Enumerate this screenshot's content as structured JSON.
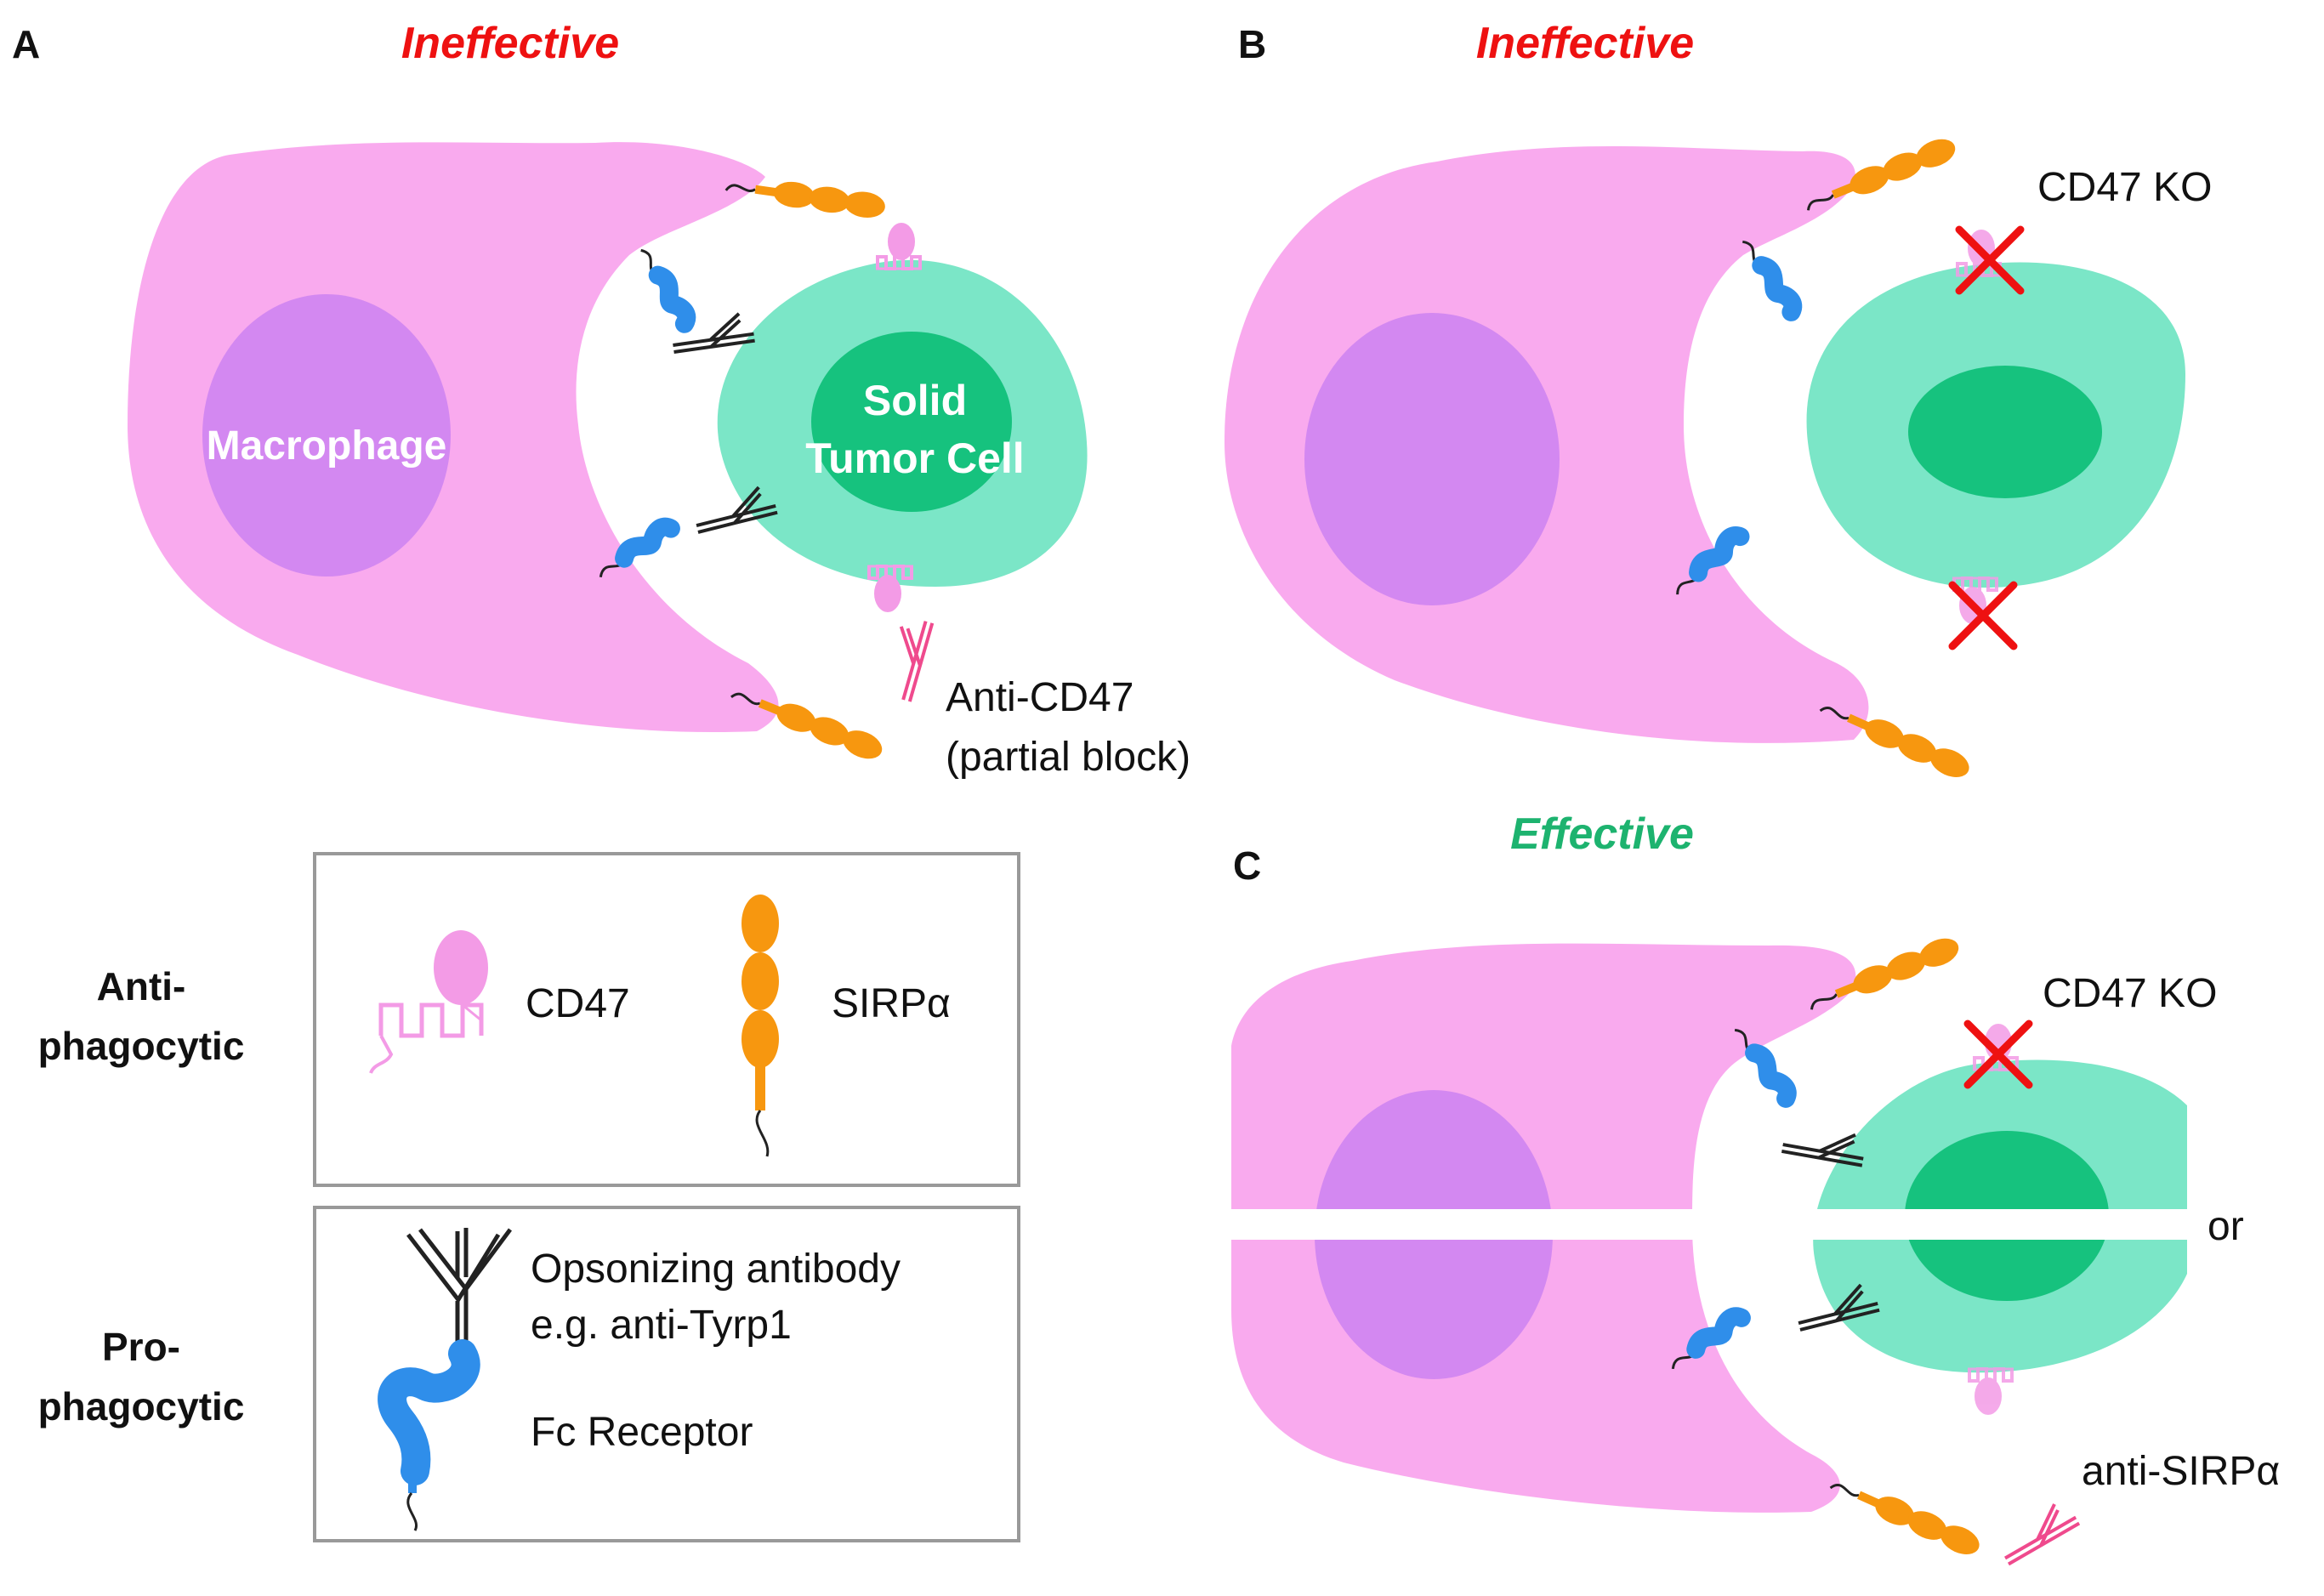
{
  "panels": {
    "A": {
      "letter": "A",
      "status": "Ineffective",
      "macrophage_label": "Macrophage",
      "tumor_label_1": "Solid",
      "tumor_label_2": "Tumor Cell",
      "antibody_label_1": "Anti-CD47",
      "antibody_label_2": "(partial block)"
    },
    "B": {
      "letter": "B",
      "status": "Ineffective",
      "ko_label": "CD47 KO"
    },
    "C": {
      "letter": "C",
      "status": "Effective",
      "ko_label": "CD47 KO",
      "or_label": "or",
      "antibody_label": "anti-SIRPα"
    }
  },
  "legend": {
    "anti_label_1": "Anti-",
    "anti_label_2": "phagocytic",
    "pro_label_1": "Pro-",
    "pro_label_2": "phagocytic",
    "cd47": "CD47",
    "sirpa": "SIRPα",
    "opsonizing_1": "Opsonizing antibody",
    "opsonizing_2": "e.g. anti-Tyrp1",
    "fc_receptor": "Fc Receptor"
  },
  "colors": {
    "macrophage": "#f9aaee",
    "nucleus": "#d388f1",
    "tumor": "#7be6c7",
    "tumor_nucleus": "#16c27e",
    "sirpa": "#f7970f",
    "fc_receptor": "#2f8eea",
    "cd47": "#f39be6",
    "anti_cd47": "#ef4a8d",
    "ko_cross": "#ee1111",
    "ineffective": "#ee1111",
    "effective": "#1db36f"
  }
}
